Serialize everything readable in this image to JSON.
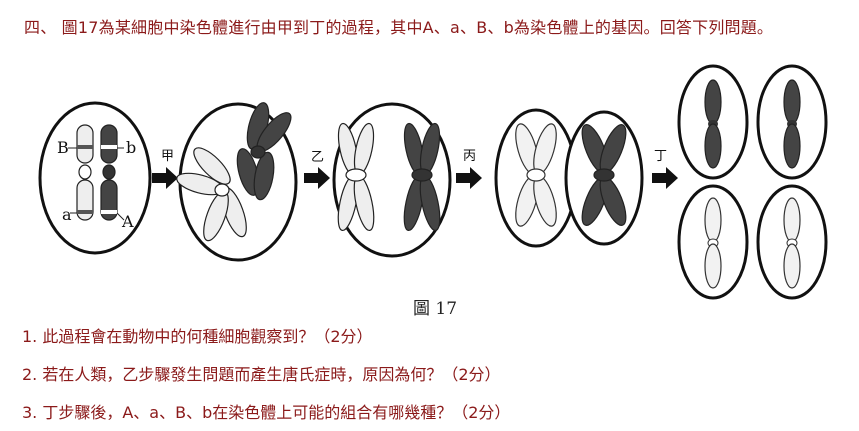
{
  "header": {
    "title": "四、 圖17為某細胞中染色體進行由甲到丁的過程，其中A、a、B、b為染色體上的基因。回答下列問題。"
  },
  "figure": {
    "caption": "圖 17",
    "gene_labels": {
      "B": "B",
      "b": "b",
      "a": "a",
      "A": "A"
    },
    "step_labels": [
      "甲",
      "乙",
      "丙",
      "丁"
    ]
  },
  "questions": [
    {
      "text": "1. 此過程會在動物中的何種細胞觀察到？（2分）"
    },
    {
      "text": "2. 若在人類，乙步驟發生問題而產生唐氏症時，原因為何？（2分）"
    },
    {
      "text": "3. 丁步驟後，A、a、B、b在染色體上可能的組合有哪幾種？（2分）"
    }
  ]
}
